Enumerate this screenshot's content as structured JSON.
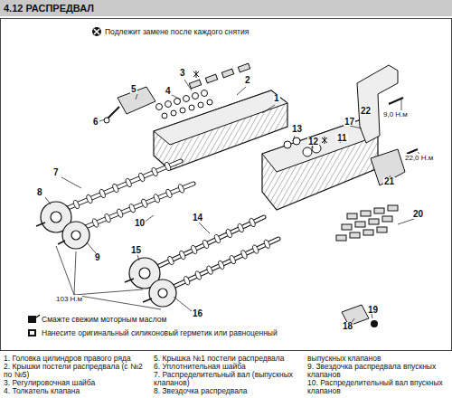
{
  "diagram": {
    "title": "4.12 РАСПРЕДВАЛ",
    "labels": [
      "1",
      "2",
      "3",
      "4",
      "5",
      "6",
      "7",
      "8",
      "9",
      "10",
      "11",
      "12",
      "13",
      "14",
      "15",
      "16",
      "17",
      "18",
      "19",
      "20",
      "21",
      "22",
      "9,0 Н.м",
      "22,0 Н.м",
      "103 Н.м",
      "1. Головка цилиндров правого ряда",
      "2. Крышки постели распредвала (с №2 по №5)",
      "3. Регулировочная шайба",
      "4. Толкатель клапана",
      "5. Крышка №1 постели распредвала",
      "6. Уплотнительная шайба",
      "7. Распределительный вал (выпускных клапанов)",
      "8. Звездочка распредвала",
      "выпускных клапанов",
      "9. Звездочка распредвала впускных клапанов",
      "10. Распределительный вал впускных клапанов"
    ],
    "legend": [
      {
        "text": "Подлежит замене после каждого снятия"
      },
      {
        "text": "Смажте свежим моторным маслом"
      },
      {
        "text": "Нанесите оригинальный силиконовый герметик или равноценный"
      }
    ]
  }
}
